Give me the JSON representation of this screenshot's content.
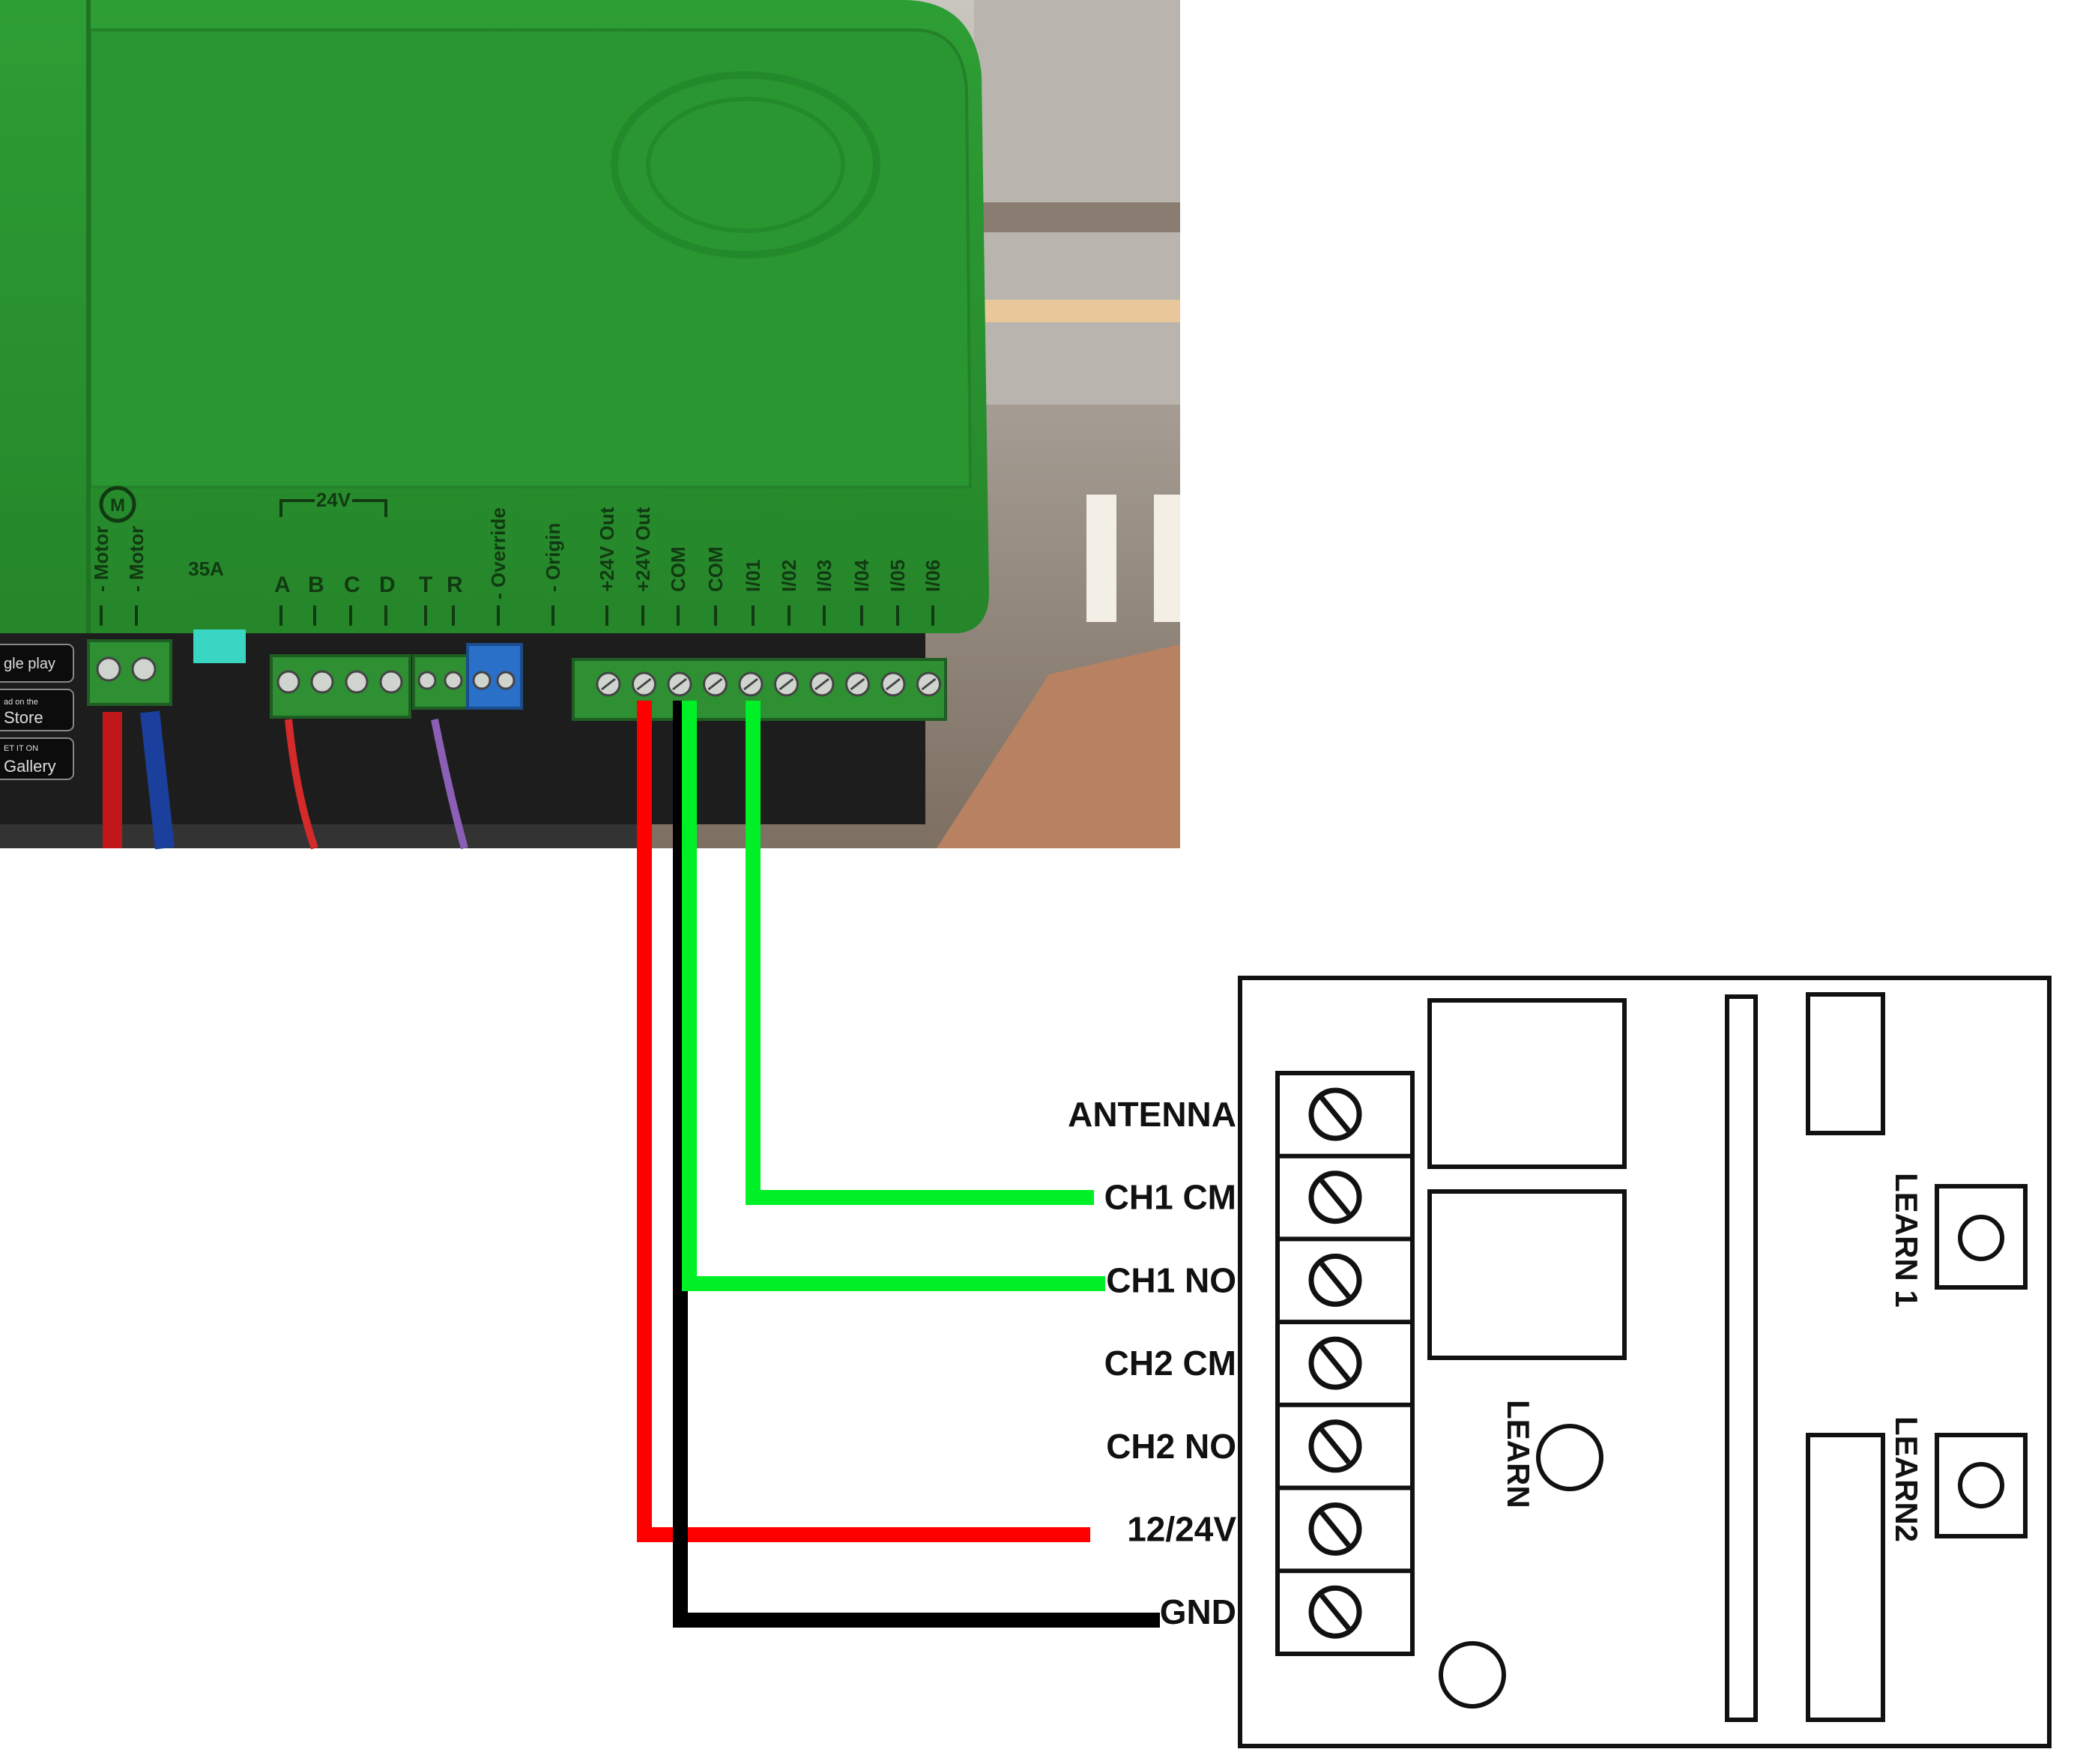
{
  "controller": {
    "motor_symbol": "M",
    "fuse_label": "35A",
    "supply_label": "24V",
    "top_labels": [
      "- Motor",
      "- Motor",
      "A",
      "B",
      "C",
      "D",
      "T",
      "R",
      "- Override",
      "- Origin",
      "+24V Out",
      "+24V Out",
      "COM",
      "COM",
      "I/01",
      "I/02",
      "I/03",
      "I/04",
      "I/05",
      "I/06"
    ],
    "badges": [
      "gle play",
      "ad on the",
      "Store",
      "ET IT ON",
      "Gallery"
    ]
  },
  "receiver": {
    "terminals": [
      "ANTENNA",
      "CH1 CM",
      "CH1 NO",
      "CH2 CM",
      "CH2 NO",
      "12/24V",
      "GND"
    ],
    "learn_label": "LEARN",
    "learn1_label": "LEARN 1",
    "learn2_label": "LEARN2"
  },
  "wire_colors": {
    "red": "#ff0000",
    "black": "#000000",
    "green": "#00f028"
  }
}
